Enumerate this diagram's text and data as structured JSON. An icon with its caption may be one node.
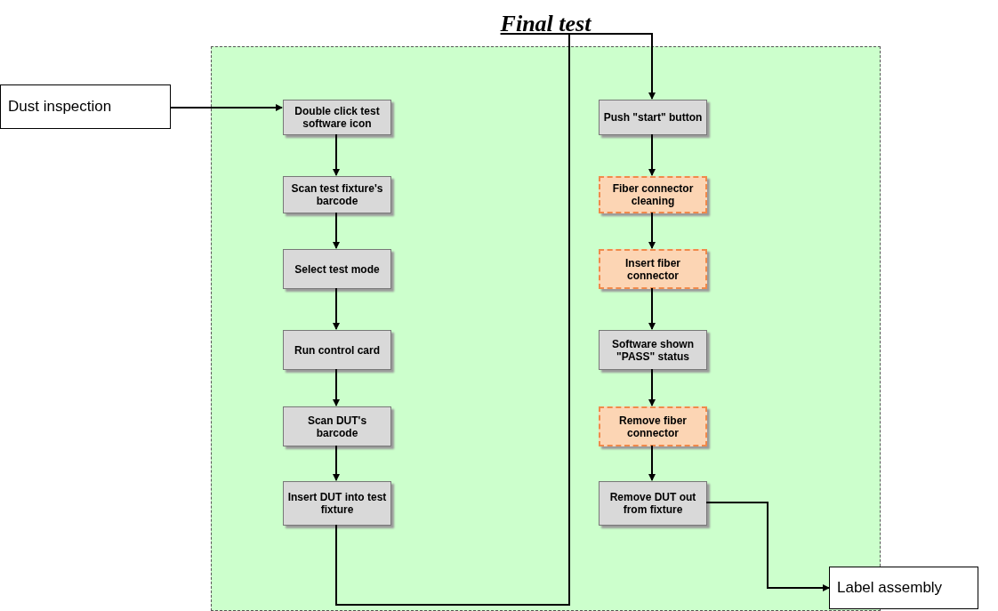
{
  "diagram": {
    "nodes": [
      {
        "text": [
          "Final test"
        ]
      },
      {
        "text": [
          "Dust inspection"
        ]
      },
      {
        "text": [
          "Double click test software icon"
        ],
        "in": 0
      },
      {
        "text": [
          "Scan test fixture's barcode"
        ],
        "in": 0
      },
      {
        "text": [
          "Select test mode"
        ],
        "in": 0
      },
      {
        "text": [
          "Run control card"
        ],
        "in": 0
      },
      {
        "text": [
          "Scan DUT's barcode"
        ],
        "in": 0
      },
      {
        "text": [
          "Insert DUT into test fixture"
        ],
        "in": 0
      },
      {
        "text": [
          "Push \"start\" button"
        ],
        "in": 0
      },
      {
        "text": [
          "Fiber connector cleaning"
        ],
        "in": 0
      },
      {
        "text": [
          "Insert fiber connector"
        ],
        "in": 0
      },
      {
        "text": [
          "Software shown \"PASS\" status"
        ],
        "in": 0
      },
      {
        "text": [
          "Remove fiber connector"
        ],
        "in": 0
      },
      {
        "text": [
          "Remove DUT out from fixture"
        ],
        "in": 0
      },
      {
        "text": [
          "Label assembly"
        ]
      }
    ],
    "edges": [
      {
        "from": 1,
        "to": 2,
        "arrow": "to"
      },
      {
        "from": 2,
        "to": 3,
        "arrow": "to"
      },
      {
        "from": 3,
        "to": 4,
        "arrow": "to"
      },
      {
        "from": 4,
        "to": 5,
        "arrow": "to"
      },
      {
        "from": 5,
        "to": 6,
        "arrow": "to"
      },
      {
        "from": 6,
        "to": 7,
        "arrow": "to"
      },
      {
        "from": 7,
        "to": 8,
        "arrow": "to"
      },
      {
        "from": 8,
        "to": 9,
        "arrow": "to"
      },
      {
        "from": 9,
        "to": 10,
        "arrow": "to"
      },
      {
        "from": 10,
        "to": 11,
        "arrow": "to"
      },
      {
        "from": 11,
        "to": 12,
        "arrow": "to"
      },
      {
        "from": 12,
        "to": 13,
        "arrow": "to"
      },
      {
        "from": 13,
        "to": 14,
        "arrow": "to"
      }
    ]
  }
}
